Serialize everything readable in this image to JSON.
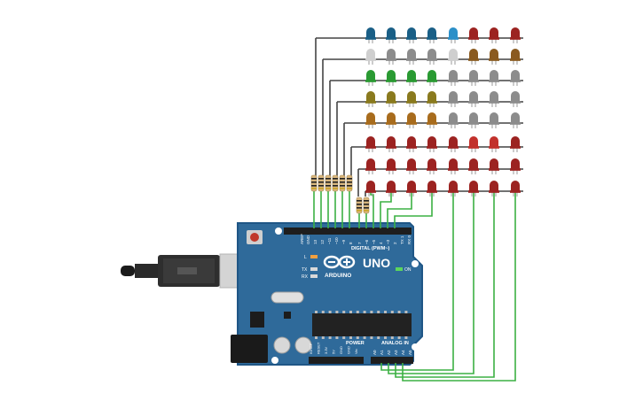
{
  "board": {
    "brand": "ARDUINO",
    "model": "UNO",
    "digital_header_label": "DIGITAL (PWM~)",
    "power_label": "POWER",
    "analog_label": "ANALOG IN",
    "on_label": "ON",
    "l_label": "L",
    "tx_label": "TX",
    "rx_label": "RX",
    "digital_pins": [
      "AREF",
      "GND",
      "13",
      "12",
      "~11",
      "~10",
      "~9",
      "8",
      "7",
      "~6",
      "~5",
      "4",
      "~3",
      "2",
      "TX 1",
      "RX 0"
    ],
    "power_pins": [
      "IOREF",
      "RESET",
      "3.3V",
      "5V",
      "GND",
      "GND",
      "Vin"
    ],
    "analog_pins": [
      "A0",
      "A1",
      "A2",
      "A3",
      "A4",
      "A5"
    ]
  },
  "matrix": {
    "rows": 8,
    "cols": 8,
    "led_colors": [
      [
        "teal",
        "teal",
        "teal",
        "teal",
        "blue",
        "red",
        "red",
        "red"
      ],
      [
        "white",
        "gray",
        "gray",
        "gray",
        "white",
        "brown",
        "brown",
        "brown"
      ],
      [
        "green",
        "green",
        "green",
        "green",
        "gray",
        "gray",
        "gray",
        "gray"
      ],
      [
        "olive",
        "olive",
        "olive",
        "olive",
        "gray",
        "gray",
        "gray",
        "gray"
      ],
      [
        "amber",
        "amber",
        "amber",
        "amber",
        "gray",
        "gray",
        "gray",
        "gray"
      ],
      [
        "red",
        "red",
        "red",
        "red",
        "red",
        "brightred",
        "brightred",
        "red"
      ],
      [
        "red",
        "red",
        "red",
        "red",
        "red",
        "red",
        "red",
        "red"
      ],
      [
        "red",
        "red",
        "red",
        "red",
        "red",
        "red",
        "red",
        "red"
      ]
    ]
  },
  "colors": {
    "board": "#2f6a9a",
    "board_edge": "#1f5686",
    "wire_green": "#3cb043",
    "wire_dark": "#3a3a3a",
    "teal": "#1a5f86",
    "blue": "#2b8fc8",
    "red": "#9c2321",
    "brightred": "#c2312c",
    "white": "#cfcfcf",
    "gray": "#8c8c8c",
    "brown": "#8a5a1f",
    "green": "#2a9a33",
    "olive": "#8a7a1e",
    "amber": "#a86c1d"
  }
}
